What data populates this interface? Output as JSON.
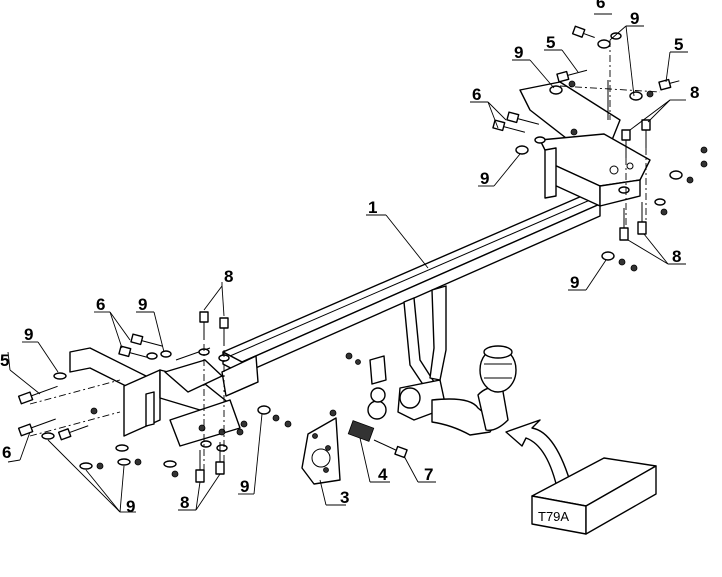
{
  "diagram": {
    "callouts": {
      "p1": "1",
      "p3": "3",
      "p4": "4",
      "p5": "5",
      "p6": "6",
      "p7": "7",
      "p8": "8",
      "p9": "9"
    },
    "box_label": "T79A"
  }
}
